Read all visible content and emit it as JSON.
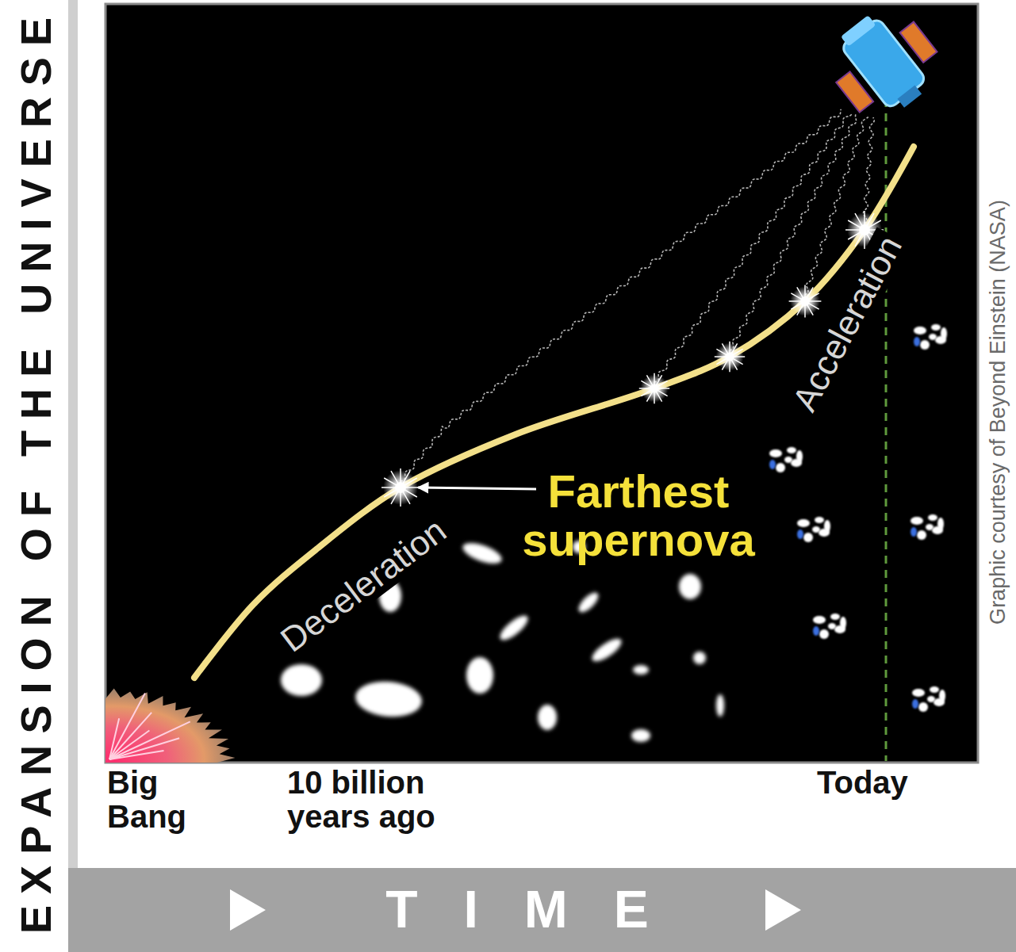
{
  "diagram": {
    "labels": [
      "EXPANSION OF THE UNIVERSE",
      "Big Bang",
      "10 billion years ago",
      "Today",
      "Farthest supernova",
      "Deceleration",
      "Acceleration",
      "TIME",
      "Graphic courtesy of Beyond Einstein (NASA)"
    ]
  }
}
